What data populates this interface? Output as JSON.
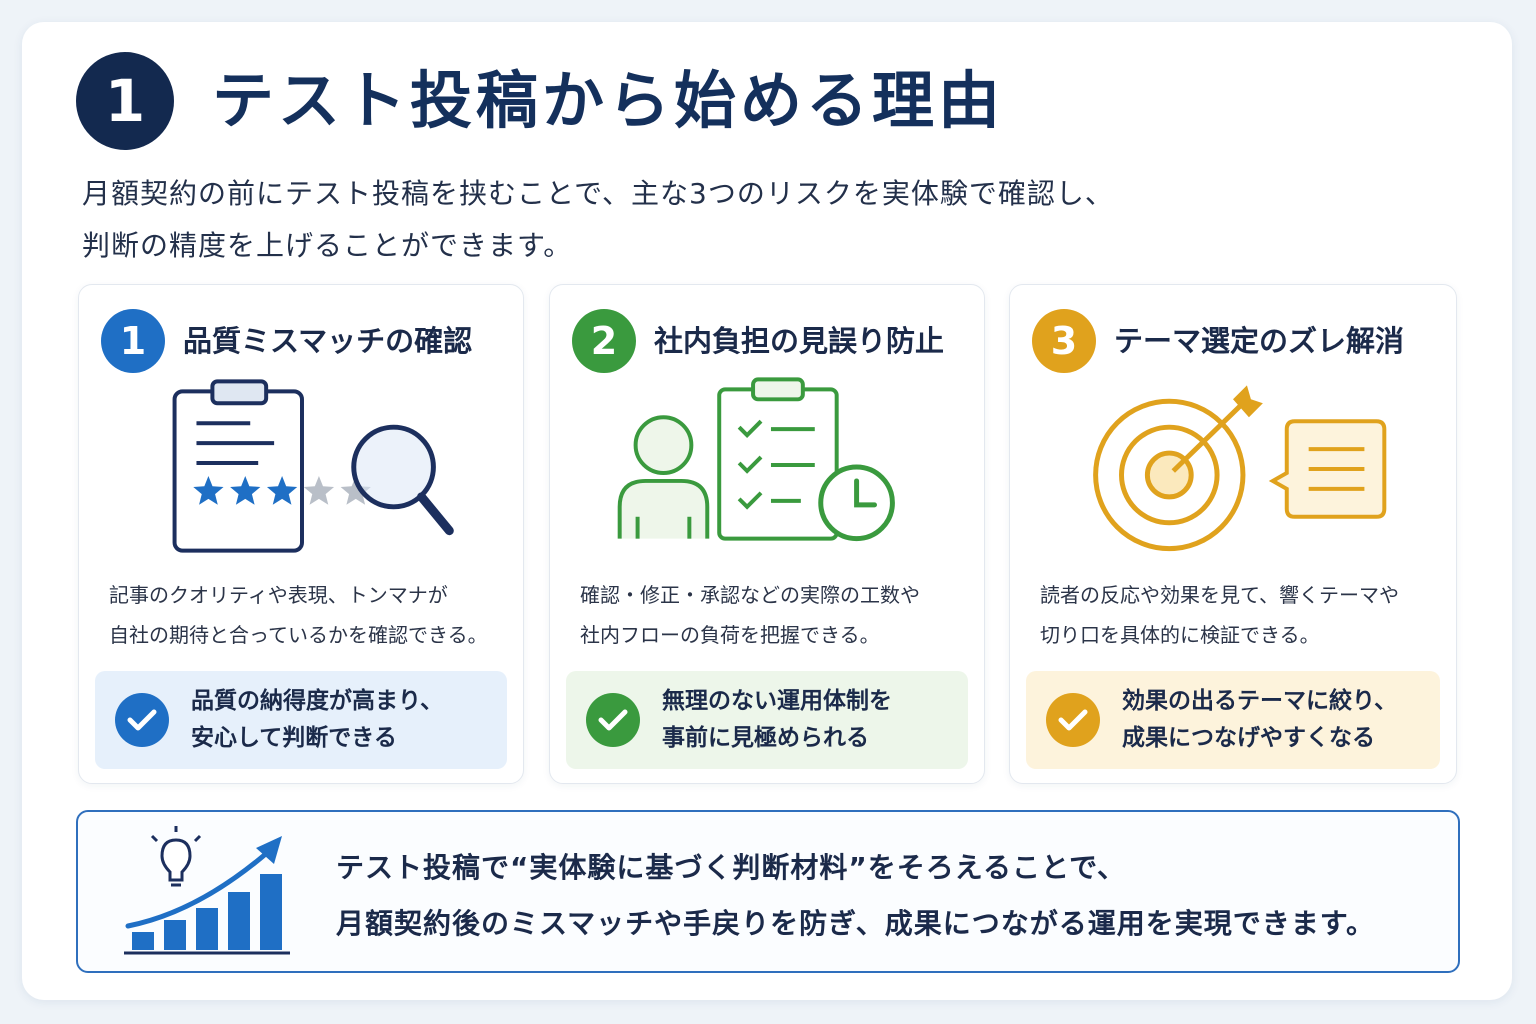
{
  "header": {
    "number": "1",
    "title": "テスト投稿から始める理由",
    "lead_line1": "月額契約の前にテスト投稿を挟むことで、主な3つのリスクを実体験で確認し、",
    "lead_line2": "判断の精度を上げることができます。"
  },
  "cards": [
    {
      "number": "1",
      "title": "品質ミスマッチの確認",
      "desc_line1": "記事のクオリティや表現、トンマナが",
      "desc_line2": "自社の期待と合っているかを確認できる。",
      "result_line1": "品質の納得度が高まり、",
      "result_line2": "安心して判断できる",
      "rating": {
        "filled": 3,
        "total": 5
      },
      "accent": "#1f6fc5",
      "result_bg": "#e6f0fb",
      "icons": [
        "clipboard-icon",
        "star-icon",
        "magnifier-icon",
        "check-icon"
      ]
    },
    {
      "number": "2",
      "title": "社内負担の見誤り防止",
      "desc_line1": "確認・修正・承認などの実際の工数や",
      "desc_line2": "社内フローの負荷を把握できる。",
      "result_line1": "無理のない運用体制を",
      "result_line2": "事前に見極められる",
      "accent": "#3a9a3e",
      "result_bg": "#edf6ea",
      "icons": [
        "person-icon",
        "checklist-icon",
        "clock-icon",
        "check-icon"
      ]
    },
    {
      "number": "3",
      "title": "テーマ選定のズレ解消",
      "desc_line1": "読者の反応や効果を見て、響くテーマや",
      "desc_line2": "切り口を具体的に検証できる。",
      "result_line1": "効果の出るテーマに絞り、",
      "result_line2": "成果につなげやすくなる",
      "accent": "#e0a21d",
      "result_bg": "#fdf3dc",
      "icons": [
        "target-icon",
        "arrow-icon",
        "speech-bubble-icon",
        "check-icon"
      ]
    }
  ],
  "summary": {
    "line1": "テスト投稿で“実体験に基づく判断材料”をそろえることで、",
    "line2": "月額契約後のミスマッチや手戻りを防ぎ、成果につながる運用を実現できます。",
    "accent": "#2f6fbd",
    "icons": [
      "lightbulb-icon",
      "bar-chart-icon",
      "trend-arrow-icon"
    ]
  },
  "colors": {
    "title": "#14305c",
    "hero_badge": "#13294f"
  }
}
